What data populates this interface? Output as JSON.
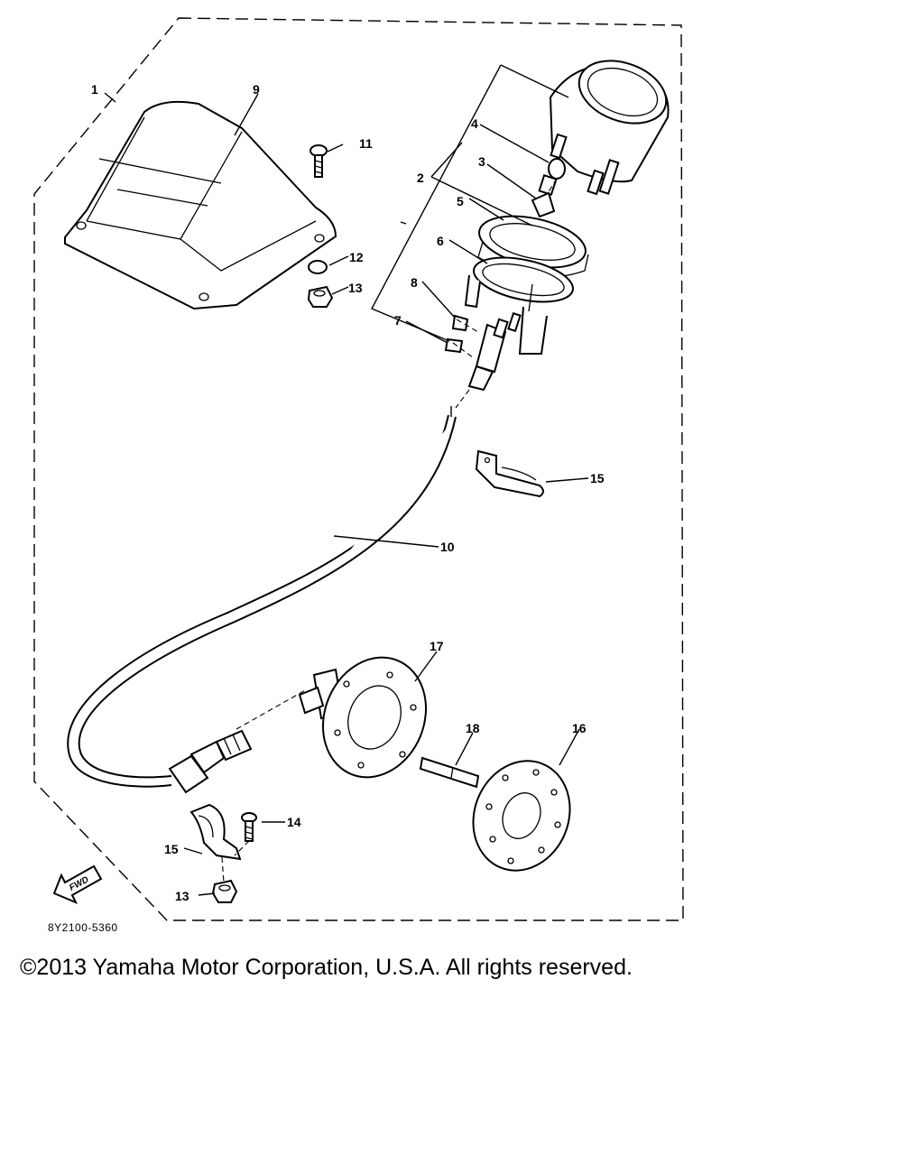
{
  "callouts": {
    "c1": "1",
    "c2": "2",
    "c3": "3",
    "c4": "4",
    "c5": "5",
    "c6": "6",
    "c7": "7",
    "c8": "8",
    "c9": "9",
    "c10": "10",
    "c11": "11",
    "c12": "12",
    "c13a": "13",
    "c13b": "13",
    "c14": "14",
    "c15a": "15",
    "c15b": "15",
    "c16": "16",
    "c17": "17",
    "c18": "18"
  },
  "diagram_code": "8Y2100-5360",
  "fwd_label": "FWD",
  "copyright": "©2013 Yamaha Motor Corporation, U.S.A. All rights reserved."
}
